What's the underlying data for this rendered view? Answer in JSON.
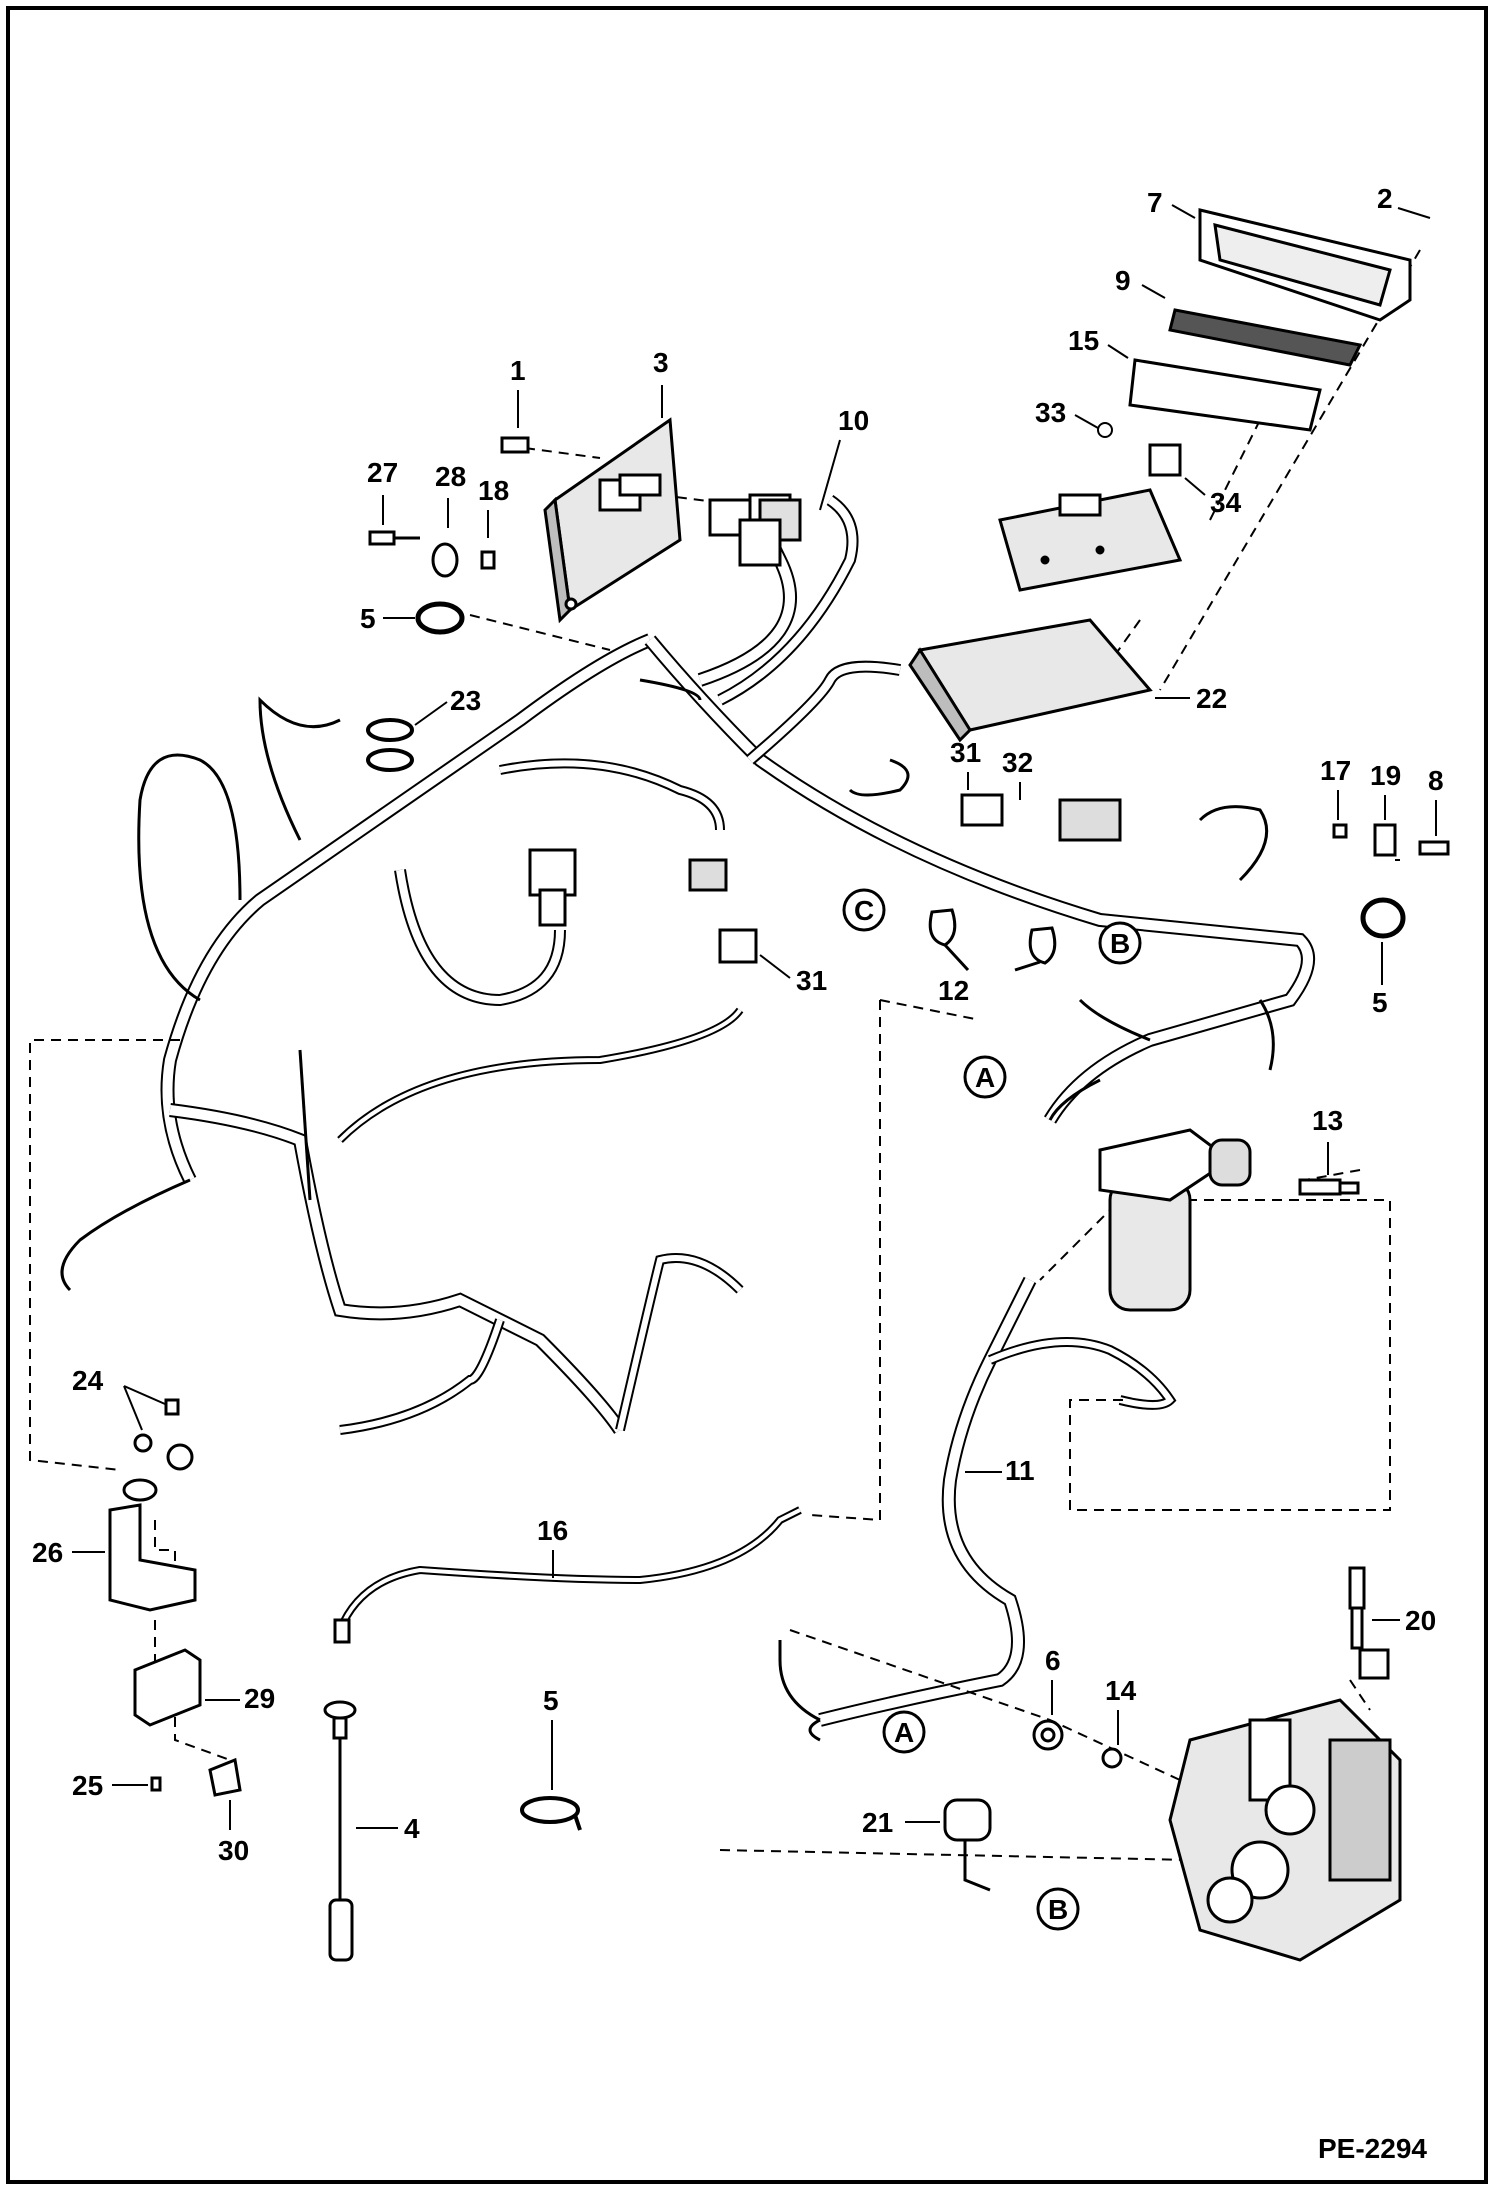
{
  "drawing_code": "PE-2294",
  "reference_letters": [
    "A",
    "B",
    "C"
  ],
  "callouts": {
    "c1": "1",
    "c2": "2",
    "c3": "3",
    "c4": "4",
    "c5a": "5",
    "c5b": "5",
    "c5c": "5",
    "c6": "6",
    "c7": "7",
    "c8": "8",
    "c9": "9",
    "c10": "10",
    "c11": "11",
    "c12": "12",
    "c13": "13",
    "c14": "14",
    "c15": "15",
    "c16": "16",
    "c17": "17",
    "c18": "18",
    "c19": "19",
    "c20": "20",
    "c21": "21",
    "c22": "22",
    "c23": "23",
    "c24": "24",
    "c25": "25",
    "c26": "26",
    "c27": "27",
    "c28": "28",
    "c29": "29",
    "c30": "30",
    "c31a": "31",
    "c31b": "31",
    "c32": "32",
    "c33": "33",
    "c34": "34"
  },
  "circled_refs": {
    "a1": "A",
    "a2": "A",
    "b1": "B",
    "b2": "B",
    "c1": "C"
  },
  "colors": {
    "line": "#000000",
    "background": "#ffffff",
    "fill_light": "#e8e8e8",
    "fill_mid": "#bdbdbd"
  }
}
